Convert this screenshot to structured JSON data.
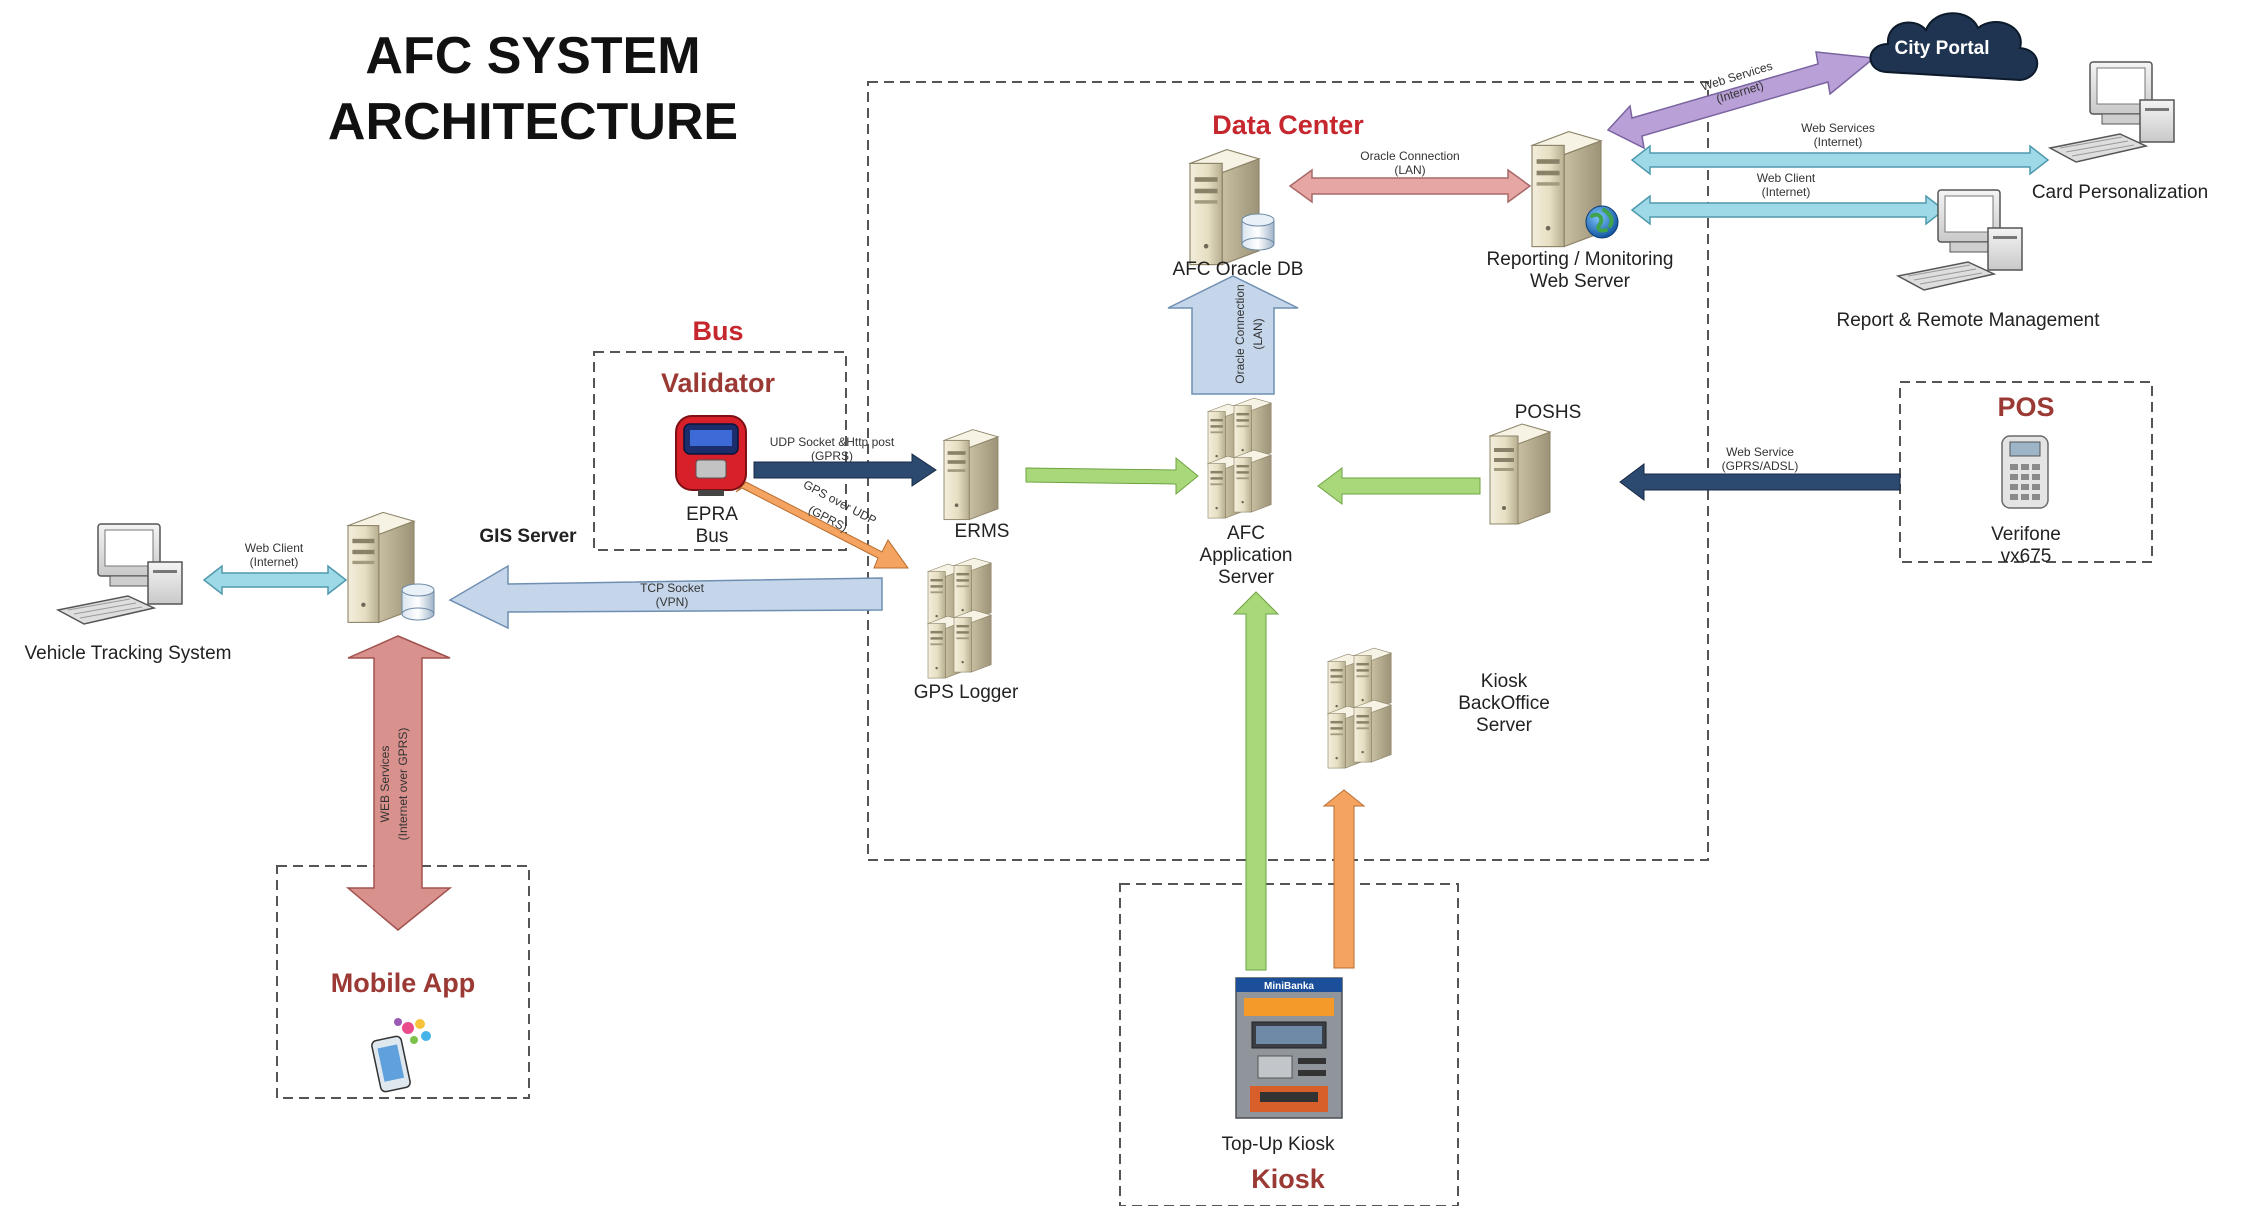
{
  "title": {
    "line1": "AFC SYSTEM",
    "line2": "ARCHITECTURE"
  },
  "groups": {
    "data_center": "Data Center",
    "bus": "Bus",
    "validator": "Validator",
    "pos": "POS",
    "mobile_app": "Mobile App",
    "kiosk": "Kiosk"
  },
  "nodes": {
    "city_portal": "City Portal",
    "afc_oracle_db": "AFC Oracle DB",
    "reporting_line1": "Reporting  / Monitoring",
    "reporting_line2": "Web Server",
    "card_personalization": "Card Personalization",
    "report_remote": "Report & Remote Management",
    "epra_line1": "EPRA",
    "epra_line2": "Bus",
    "erms": "ERMS",
    "afc_app_line1": "AFC",
    "afc_app_line2": "Application",
    "afc_app_line3": "Server",
    "poshs": "POSHS",
    "verifone_line1": "Verifone",
    "verifone_line2": "vx675",
    "gis_server": "GIS Server",
    "vehicle_tracking": "Vehicle Tracking System",
    "gps_logger": "GPS Logger",
    "kiosk_bo_line1": "Kiosk",
    "kiosk_bo_line2": "BackOffice",
    "kiosk_bo_line3": "Server",
    "topup_kiosk": "Top-Up Kiosk",
    "minibanka": "MiniBanka"
  },
  "connections": {
    "city_portal_ws_1": "Web Services",
    "city_portal_ws_2": "(Internet)",
    "oracle_conn_1": "Oracle Connection",
    "oracle_conn_2": "(LAN)",
    "card_ws_1": "Web Services",
    "card_ws_2": "(Internet)",
    "report_wc_1": "Web Client",
    "report_wc_2": "(Internet)",
    "oracle_vert_1": "Oracle Connection",
    "oracle_vert_2": "(LAN)",
    "udp_1": "UDP Socket &Http post",
    "udp_2": "(GPRS)",
    "gps_udp_1": "GPS over UDP",
    "gps_udp_2": "(GPRS)",
    "pos_ws_1": "Web Service",
    "pos_ws_2": "(GPRS/ADSL)",
    "vts_wc_1": "Web Client",
    "vts_wc_2": "(Internet)",
    "tcp_1": "TCP Socket",
    "tcp_2": "(VPN)",
    "mobile_ws_1": "WEB Services",
    "mobile_ws_2": "(Internet over GPRS)"
  },
  "colors": {
    "title_red": "#c6262e",
    "group_brown": "#9b3a35",
    "green_arrow": "#92d050",
    "navy_arrow": "#1f3864",
    "cyan_arrow": "#9dd9e6",
    "pink_arrow": "#e6a6a4",
    "orange_arrow": "#f4a460",
    "purple_arrow": "#b9a0d6",
    "steel_arrow": "#c5d6ea",
    "cloud": "#1f3450"
  },
  "icons": [
    "server-icon",
    "server-rack-icon",
    "database-icon",
    "globe-icon",
    "desktop-computer-icon",
    "cloud-icon",
    "validator-device-icon",
    "pos-terminal-icon",
    "smartphone-icon",
    "atm-kiosk-icon"
  ]
}
